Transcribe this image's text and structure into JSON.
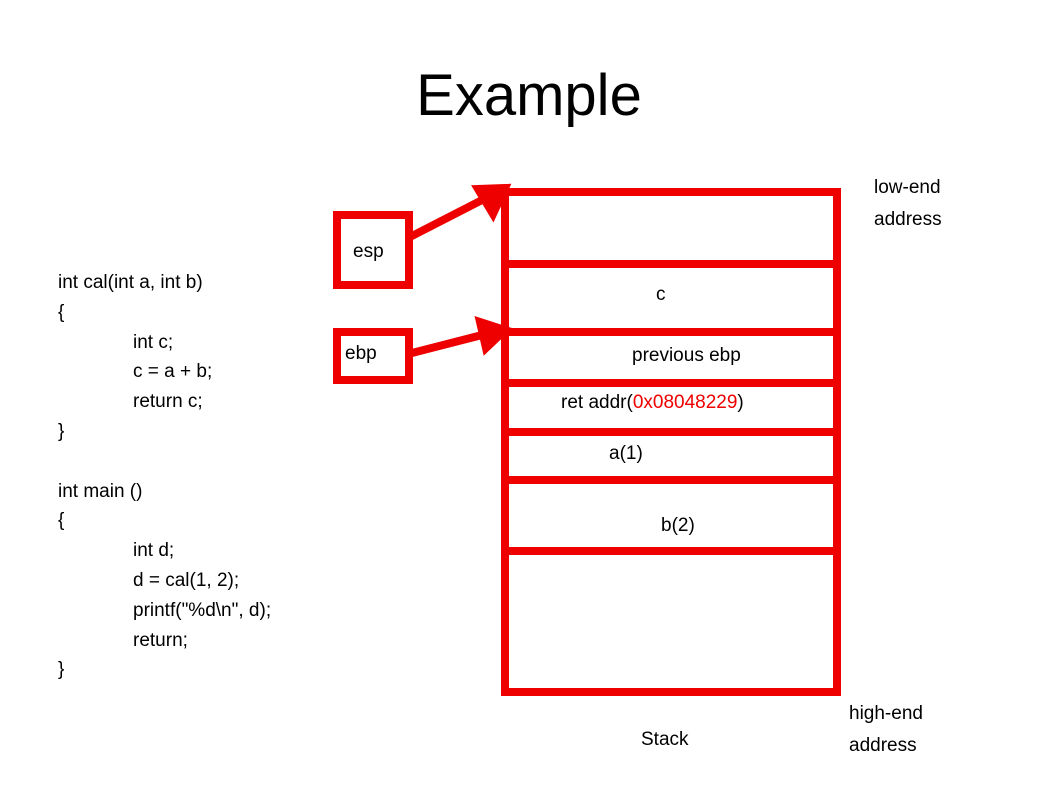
{
  "title": "Example",
  "code_lines": [
    "int cal(int a, int b)",
    "{",
    "int c;",
    "c = a + b;",
    "return c;",
    "}",
    "",
    "int main ()",
    "{",
    "int d;",
    "d = cal(1, 2);",
    "printf(\"%d\\n\", d);",
    "return;",
    "}"
  ],
  "registers": {
    "esp": "esp",
    "ebp": "ebp"
  },
  "stack": {
    "slot_c": "c",
    "slot_previous_ebp": "previous ebp",
    "ret_prefix": "ret addr(",
    "ret_address": "0x08048229",
    "ret_suffix": ")",
    "slot_a": "a(1)",
    "slot_b": "b(2)",
    "caption": "Stack"
  },
  "labels": {
    "low_end_1": "low-end",
    "low_end_2": "address",
    "high_end_1": "high-end",
    "high_end_2": "address"
  },
  "colors": {
    "accent": "#ee0000"
  }
}
